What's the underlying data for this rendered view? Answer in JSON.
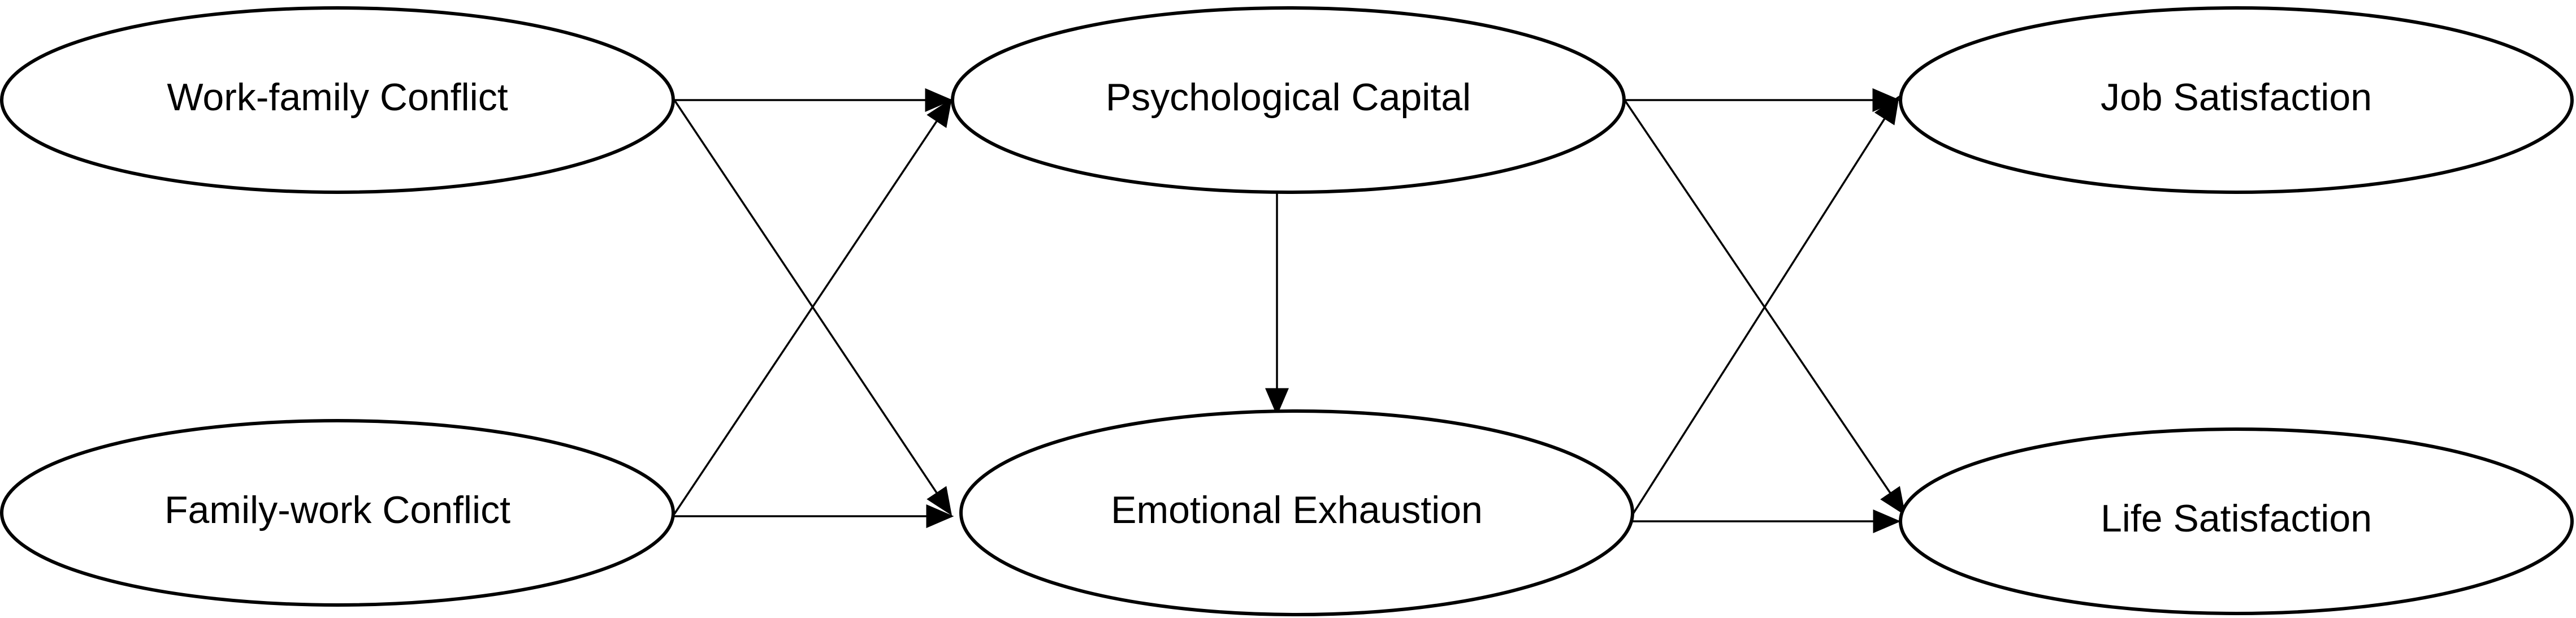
{
  "diagram": {
    "type": "path-model",
    "nodes": {
      "wfc": {
        "label": "Work-family Conflict"
      },
      "fwc": {
        "label": "Family-work Conflict"
      },
      "pc": {
        "label": "Psychological Capital"
      },
      "ee": {
        "label": "Emotional Exhaustion"
      },
      "js": {
        "label": "Job Satisfaction"
      },
      "ls": {
        "label": "Life Satisfaction"
      }
    },
    "edges": [
      {
        "from": "wfc",
        "to": "pc"
      },
      {
        "from": "wfc",
        "to": "ee"
      },
      {
        "from": "fwc",
        "to": "pc"
      },
      {
        "from": "fwc",
        "to": "ee"
      },
      {
        "from": "pc",
        "to": "ee"
      },
      {
        "from": "pc",
        "to": "js"
      },
      {
        "from": "pc",
        "to": "ls"
      },
      {
        "from": "ee",
        "to": "js"
      },
      {
        "from": "ee",
        "to": "ls"
      }
    ],
    "colors": {
      "stroke": "#000000",
      "fill": "#ffffff",
      "text": "#000000"
    }
  }
}
